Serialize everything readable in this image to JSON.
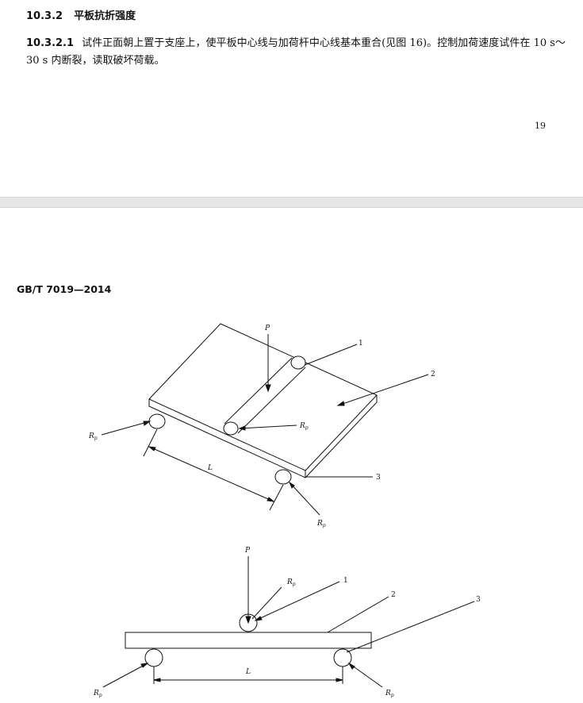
{
  "page1": {
    "section": {
      "number": "10.3.2",
      "title": "平板抗折强度"
    },
    "clause": {
      "number": "10.3.2.1",
      "text": "试件正面朝上置于支座上，使平板中心线与加荷杆中心线基本重合(见图 16)。控制加荷速度试件在 10 s～30 s 内断裂，读取破坏荷载。"
    },
    "page_number": "19"
  },
  "page2": {
    "standard_code": "GB/T 7019—2014",
    "figure_labels": {
      "load": "P",
      "radius": "R",
      "radius_subscript": "p",
      "span": "L",
      "callout_1": "1",
      "callout_2": "2",
      "callout_3": "3"
    }
  }
}
